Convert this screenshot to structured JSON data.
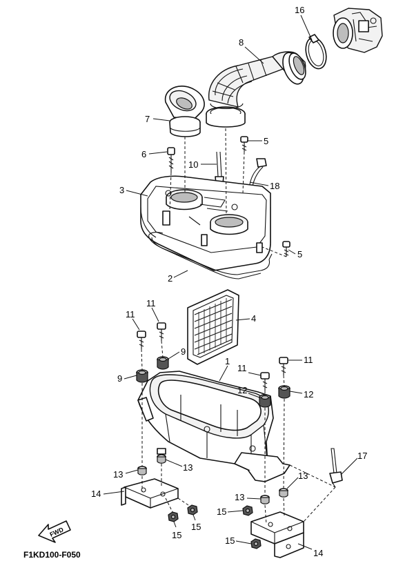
{
  "diagram": {
    "code": "F1KD100-F050",
    "fwd_label": "FWD",
    "callouts": {
      "c1": "1",
      "c2": "2",
      "c3": "3",
      "c4": "4",
      "c5a": "5",
      "c5b": "5",
      "c6": "6",
      "c7": "7",
      "c8": "8",
      "c9a": "9",
      "c9b": "9",
      "c10": "10",
      "c11a": "11",
      "c11b": "11",
      "c11c": "11",
      "c11d": "11",
      "c12a": "12",
      "c12b": "12",
      "c13a": "13",
      "c13b": "13",
      "c13c": "13",
      "c13d": "13",
      "c14a": "14",
      "c14b": "14",
      "c15a": "15",
      "c15b": "15",
      "c15c": "15",
      "c15d": "15",
      "c16": "16",
      "c17": "17",
      "c18": "18"
    }
  }
}
